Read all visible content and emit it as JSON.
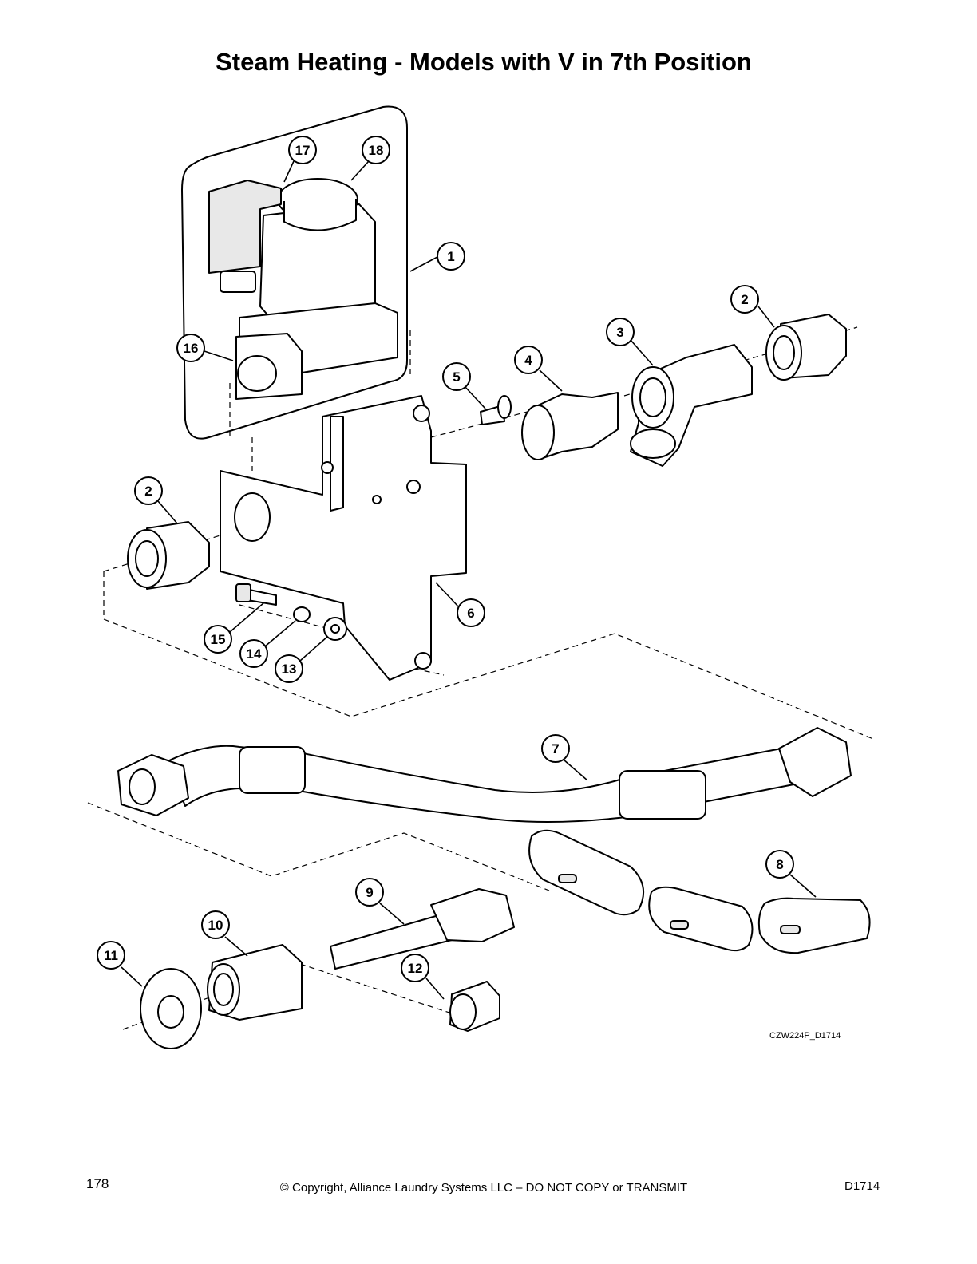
{
  "title": "Steam Heating - Models with V in 7th Position",
  "callouts": [
    {
      "number": "17"
    },
    {
      "number": "18"
    },
    {
      "number": "1"
    },
    {
      "number": "2"
    },
    {
      "number": "3"
    },
    {
      "number": "16"
    },
    {
      "number": "4"
    },
    {
      "number": "5"
    },
    {
      "number": "2"
    },
    {
      "number": "6"
    },
    {
      "number": "15"
    },
    {
      "number": "14"
    },
    {
      "number": "13"
    },
    {
      "number": "7"
    },
    {
      "number": "8"
    },
    {
      "number": "9"
    },
    {
      "number": "10"
    },
    {
      "number": "11"
    },
    {
      "number": "12"
    }
  ],
  "drawing_code": "CZW224P_D1714",
  "footer": {
    "page_number": "178",
    "copyright": "© Copyright, Alliance Laundry Systems LLC – DO NOT COPY or TRANSMIT",
    "doc_code": "D1714"
  }
}
